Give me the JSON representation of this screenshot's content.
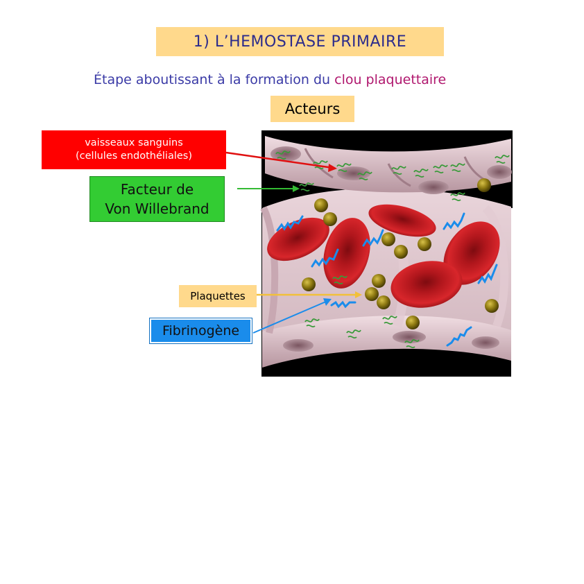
{
  "title": "1) L’HEMOSTASE PRIMAIRE",
  "subtitle": {
    "prefix": "Étape aboutissant à la formation du ",
    "highlight": "clou plaquettaire"
  },
  "actors_heading": "Acteurs",
  "labels": {
    "vessels_line1": "vaisseaux sanguins",
    "vessels_line2": "(cellules endothéliales)",
    "vwf_line1": "Facteur de",
    "vwf_line2": "Von Willebrand",
    "platelets": "Plaquettes",
    "fibrinogen": "Fibrinogène"
  },
  "colors": {
    "title_bg": "#ffd98c",
    "subtitle_text": "#3a3aa6",
    "highlight_text": "#b0176e",
    "vessels_label_bg": "#ff0000",
    "vwf_label_bg": "#33cc33",
    "fibrinogen_label_bg": "#1a8ceb",
    "vessels_arrow": "#e01010",
    "vwf_arrow": "#33bb33",
    "platelets_arrow": "#f2c03a",
    "fibrinogen_arrow": "#1a8ceb",
    "platelet": "#8a7410",
    "red_cell": "#c4161c",
    "vessel_wall": "#d8b8c0"
  },
  "icons": {
    "vwf_molecule": "green-squiggle-icon",
    "fibrinogen_molecule": "blue-squiggle-icon",
    "platelet": "olive-sphere-icon",
    "red_blood_cell": "red-disc-icon"
  }
}
